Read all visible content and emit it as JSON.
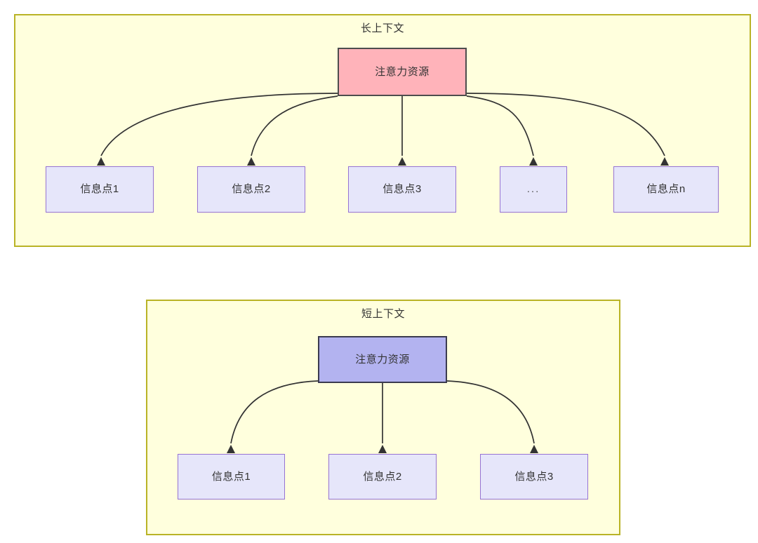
{
  "diagram": {
    "type": "flow-diagram",
    "background_color": "#ffffff",
    "palette": {
      "group_fill": "#ffffdd",
      "group_border": "#b9b326",
      "long_root_fill": "#ffb3ba",
      "long_root_border": "#4d4d4d",
      "short_root_fill": "#b3b3f0",
      "short_root_border": "#3b3b4f",
      "leaf_fill": "#e6e6fa",
      "leaf_border": "#9673d3",
      "edge_color": "#333333",
      "text_color": "#333333"
    },
    "groups": [
      {
        "id": "long-context",
        "title": "长上下文",
        "root": {
          "label": "注意力资源"
        },
        "leaves": [
          {
            "label": "信息点1"
          },
          {
            "label": "信息点2"
          },
          {
            "label": "信息点3"
          },
          {
            "label": "..."
          },
          {
            "label": "信息点n"
          }
        ]
      },
      {
        "id": "short-context",
        "title": "短上下文",
        "root": {
          "label": "注意力资源"
        },
        "leaves": [
          {
            "label": "信息点1"
          },
          {
            "label": "信息点2"
          },
          {
            "label": "信息点3"
          }
        ]
      }
    ]
  }
}
